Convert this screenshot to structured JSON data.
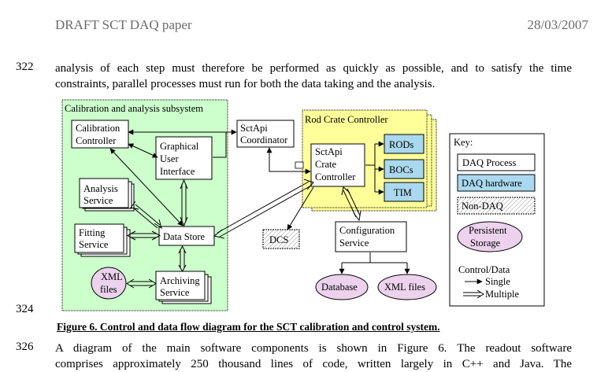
{
  "header": {
    "left": "DRAFT SCT DAQ paper",
    "right": "28/03/2007"
  },
  "line_numbers": [
    "322",
    "324",
    "326"
  ],
  "paragraph_top": [
    "analysis of each step must therefore be performed as quickly as possible, and to satisfy the time",
    "constraints, parallel processes must run for both the data taking and the analysis."
  ],
  "diagram": {
    "calibration_subsystem_title": "Calibration and analysis subsystem",
    "calibration_controller": [
      "Calibration",
      "Controller"
    ],
    "graphical_user_interface": [
      "Graphical",
      "User",
      "Interface"
    ],
    "sctapi_coordinator": [
      "SctApi",
      "Coordinator"
    ],
    "rod_crate_controller_title": "Rod Crate Controller",
    "sctapi_crate_controller": [
      "SctApi",
      "Crate",
      "Controller"
    ],
    "rods": "RODs",
    "bocs": "BOCs",
    "tim": "TIM",
    "analysis_service": [
      "Analysis",
      "Service"
    ],
    "fitting_service": [
      "Fitting",
      "Service"
    ],
    "data_store": "Data Store",
    "xml_files_left": [
      "XML",
      "files"
    ],
    "archiving_service": [
      "Archiving",
      "Service"
    ],
    "dcs": "DCS",
    "configuration_service": [
      "Configuration",
      "Service"
    ],
    "database": "Database",
    "xml_files_right": "XML files",
    "key": {
      "title": "Key:",
      "daq_process": "DAQ Process",
      "daq_hardware": "DAQ hardware",
      "non_daq": "Non-DAQ",
      "persistent_storage": [
        "Persistent",
        "Storage"
      ],
      "control_data": "Control/Data",
      "single": "Single",
      "multiple": "Multiple"
    },
    "colors": {
      "calibration_bg": "#ccffcc",
      "crate_bg": "#ffff99",
      "hardware_bg": "#aad8ee",
      "storage_bg": "#ecd2ec"
    }
  },
  "caption": "Figure 6. Control and data flow diagram for the SCT calibration and control system.",
  "paragraph_bottom": [
    "A diagram of the main software components is shown in Figure 6. The readout software",
    "comprises approximately 250 thousand lines of code, written largely in C++ and Java. The"
  ]
}
